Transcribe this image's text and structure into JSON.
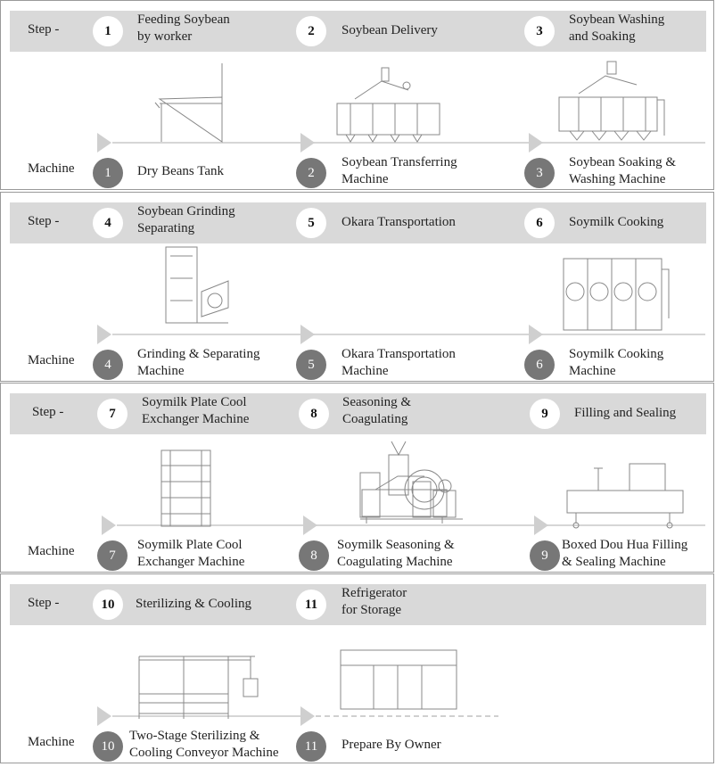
{
  "row_labels": {
    "step": "Step -",
    "machine": "Machine"
  },
  "sections": [
    {
      "steps": [
        {
          "num": "1",
          "label": [
            "Feeding Soybean",
            "by worker"
          ]
        },
        {
          "num": "2",
          "label": [
            "Soybean Delivery"
          ]
        },
        {
          "num": "3",
          "label": [
            "Soybean Washing",
            "and Soaking"
          ]
        }
      ],
      "machines": [
        {
          "num": "1",
          "label": [
            "Dry Beans Tank"
          ],
          "icon": "dry-beans-tank-drawing"
        },
        {
          "num": "2",
          "label": [
            "Soybean Transferring",
            "Machine"
          ],
          "icon": "transferring-machine-drawing"
        },
        {
          "num": "3",
          "label": [
            "Soybean Soaking &",
            "Washing Machine"
          ],
          "icon": "soaking-machine-drawing"
        }
      ]
    },
    {
      "steps": [
        {
          "num": "4",
          "label": [
            "Soybean Grinding",
            "Separating"
          ]
        },
        {
          "num": "5",
          "label": [
            "Okara Transportation"
          ]
        },
        {
          "num": "6",
          "label": [
            "Soymilk Cooking"
          ]
        }
      ],
      "machines": [
        {
          "num": "4",
          "label": [
            "Grinding & Separating",
            "Machine"
          ],
          "icon": "grinding-machine-drawing"
        },
        {
          "num": "5",
          "label": [
            "Okara Transportation",
            "Machine"
          ],
          "icon": "okara-machine-drawing"
        },
        {
          "num": "6",
          "label": [
            "Soymilk Cooking",
            "Machine"
          ],
          "icon": "cooking-machine-drawing"
        }
      ]
    },
    {
      "steps": [
        {
          "num": "7",
          "label": [
            "Soymilk Plate Cool",
            "Exchanger Machine"
          ]
        },
        {
          "num": "8",
          "label": [
            "Seasoning  &",
            "Coagulating"
          ]
        },
        {
          "num": "9",
          "label": [
            "Filling and Sealing"
          ]
        }
      ],
      "machines": [
        {
          "num": "7",
          "label": [
            "Soymilk Plate Cool",
            "Exchanger Machine"
          ],
          "icon": "plate-exchanger-drawing"
        },
        {
          "num": "8",
          "label": [
            "Soymilk Seasoning &",
            "Coagulating Machine"
          ],
          "icon": "seasoning-machine-drawing"
        },
        {
          "num": "9",
          "label": [
            "Boxed Dou Hua Filling",
            "& Sealing Machine"
          ],
          "icon": "filling-machine-drawing"
        }
      ]
    },
    {
      "steps": [
        {
          "num": "10",
          "label": [
            "Sterilizing & Cooling"
          ]
        },
        {
          "num": "11",
          "label": [
            "Refrigerator",
            "for Storage"
          ]
        }
      ],
      "machines": [
        {
          "num": "10",
          "label": [
            "Two-Stage Sterilizing &",
            "Cooling Conveyor Machine"
          ],
          "icon": "sterilizing-conveyor-drawing"
        },
        {
          "num": "11",
          "label": [
            "Prepare By Owner"
          ],
          "icon": "refrigerator-drawing"
        }
      ]
    }
  ]
}
